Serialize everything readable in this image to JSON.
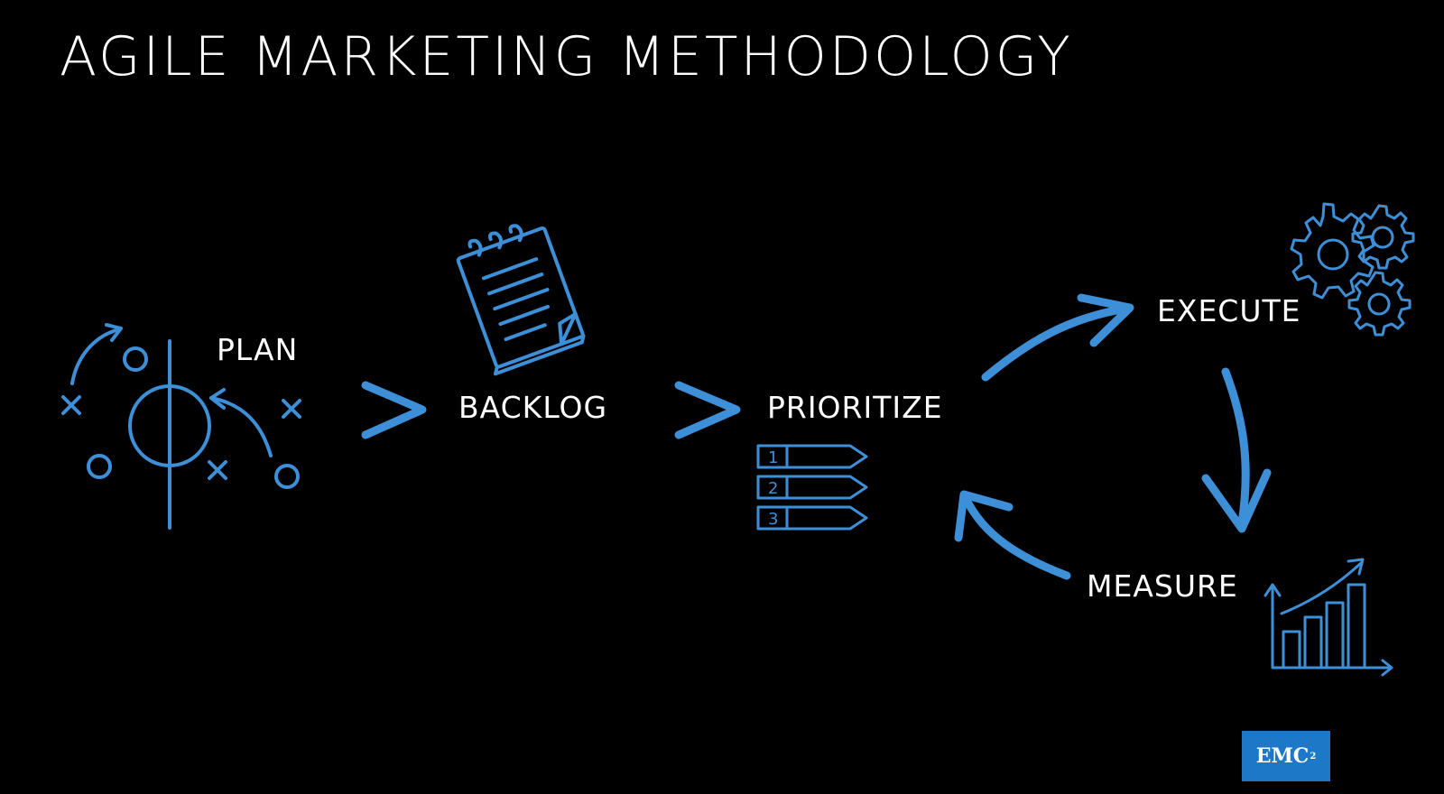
{
  "title": "AGILE MARKETING METHODOLOGY",
  "steps": {
    "plan": "PLAN",
    "backlog": "BACKLOG",
    "prioritize": "PRIORITIZE",
    "execute": "EXECUTE",
    "measure": "MEASURE"
  },
  "priority_items": [
    "1",
    "2",
    "3"
  ],
  "logo": {
    "text": "EMC",
    "superscript": "2"
  },
  "colors": {
    "background": "#000000",
    "accent": "#3d8fd8",
    "text": "#ffffff",
    "logo_bg": "#1d78c8"
  },
  "icons": [
    "playbook-icon",
    "notepad-icon",
    "gears-icon",
    "bar-chart-growth-icon",
    "priority-list-icon"
  ]
}
